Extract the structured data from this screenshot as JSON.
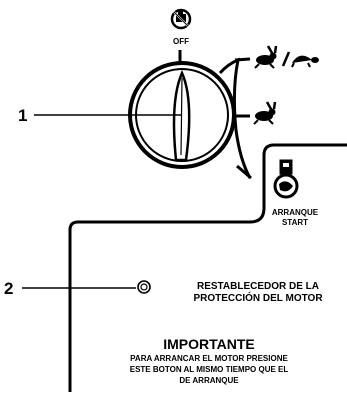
{
  "callouts": {
    "num1": "1",
    "num2": "2"
  },
  "dial": {
    "off_label": "OFF",
    "positions": [
      "off",
      "fast-slow",
      "fast",
      "start"
    ]
  },
  "start": {
    "label_es": "ARRANQUE",
    "label_en": "START"
  },
  "reset": {
    "line1": "RESTABLECEDOR DE LA",
    "line2": "PROTECCIÓN DEL MOTOR"
  },
  "important": {
    "title": "IMPORTANTE",
    "line1": "PARA ARRANCAR EL MOTOR PRESIONE",
    "line2": "ESTE BOTON AL MISMO TIEMPO QUE EL",
    "line3": "DE ARRANQUE"
  },
  "icons": {
    "off": "engine-off-icon",
    "fast_slow": "rabbit-turtle-icon",
    "fast": "rabbit-icon",
    "start": "start-key-icon"
  },
  "colors": {
    "ink": "#000000",
    "paper": "#ffffff"
  }
}
